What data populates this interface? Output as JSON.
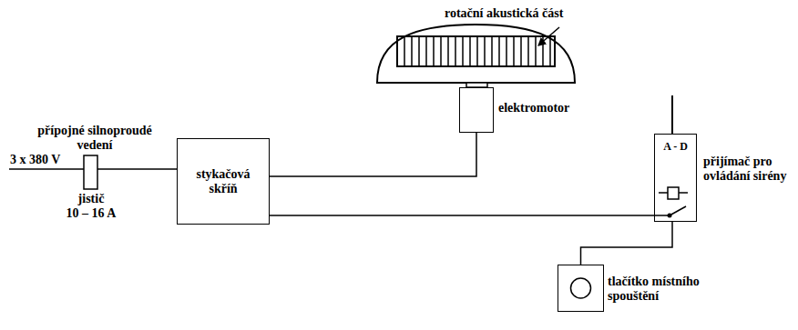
{
  "diagram": {
    "nodes": [
      {
        "text": [
          "stykačová skříň"
        ]
      },
      {
        "text": [
          "elektromotor"
        ]
      },
      {
        "text": [
          "A - D",
          "přijímač pro ovládání sirény"
        ]
      },
      {
        "text": [
          "tlačítko místního spouštění"
        ]
      }
    ],
    "edges": [
      {
        "from": 0,
        "to": 1,
        "arrow": "none"
      },
      {
        "from": 0,
        "to": 2,
        "arrow": "none"
      },
      {
        "from": 2,
        "to": 3,
        "arrow": "none"
      }
    ],
    "labels": [
      "přípojné silnoproudé vedení",
      "3 x 380 V",
      "jistič",
      "10 – 16 A",
      "rotační akustická část"
    ]
  }
}
